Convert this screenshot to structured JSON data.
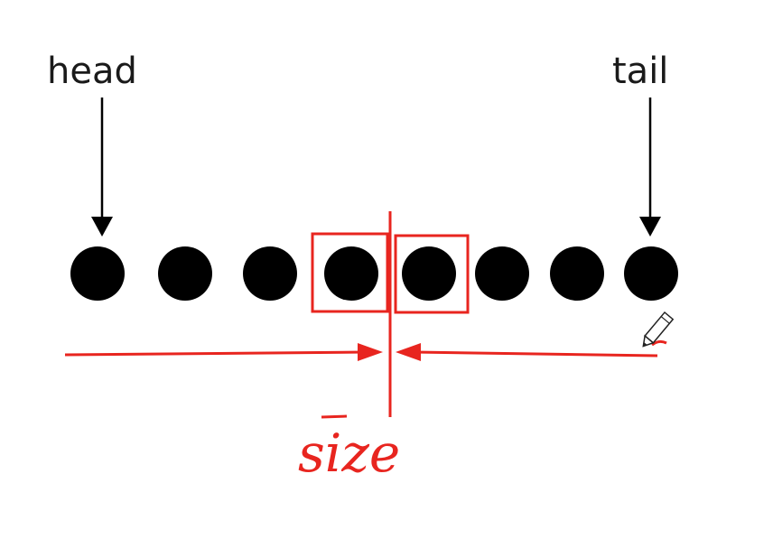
{
  "labels": {
    "head": "head",
    "tail": "tail",
    "size": "size"
  },
  "node_count": 8,
  "highlighted_nodes": [
    3,
    4
  ],
  "colors": {
    "node": "#000000",
    "pointer_arrow": "#000000",
    "annotation": "#e8251f",
    "label": "#1a1a1a",
    "background": "#ffffff"
  },
  "icons": {
    "cursor": "pencil-icon"
  }
}
